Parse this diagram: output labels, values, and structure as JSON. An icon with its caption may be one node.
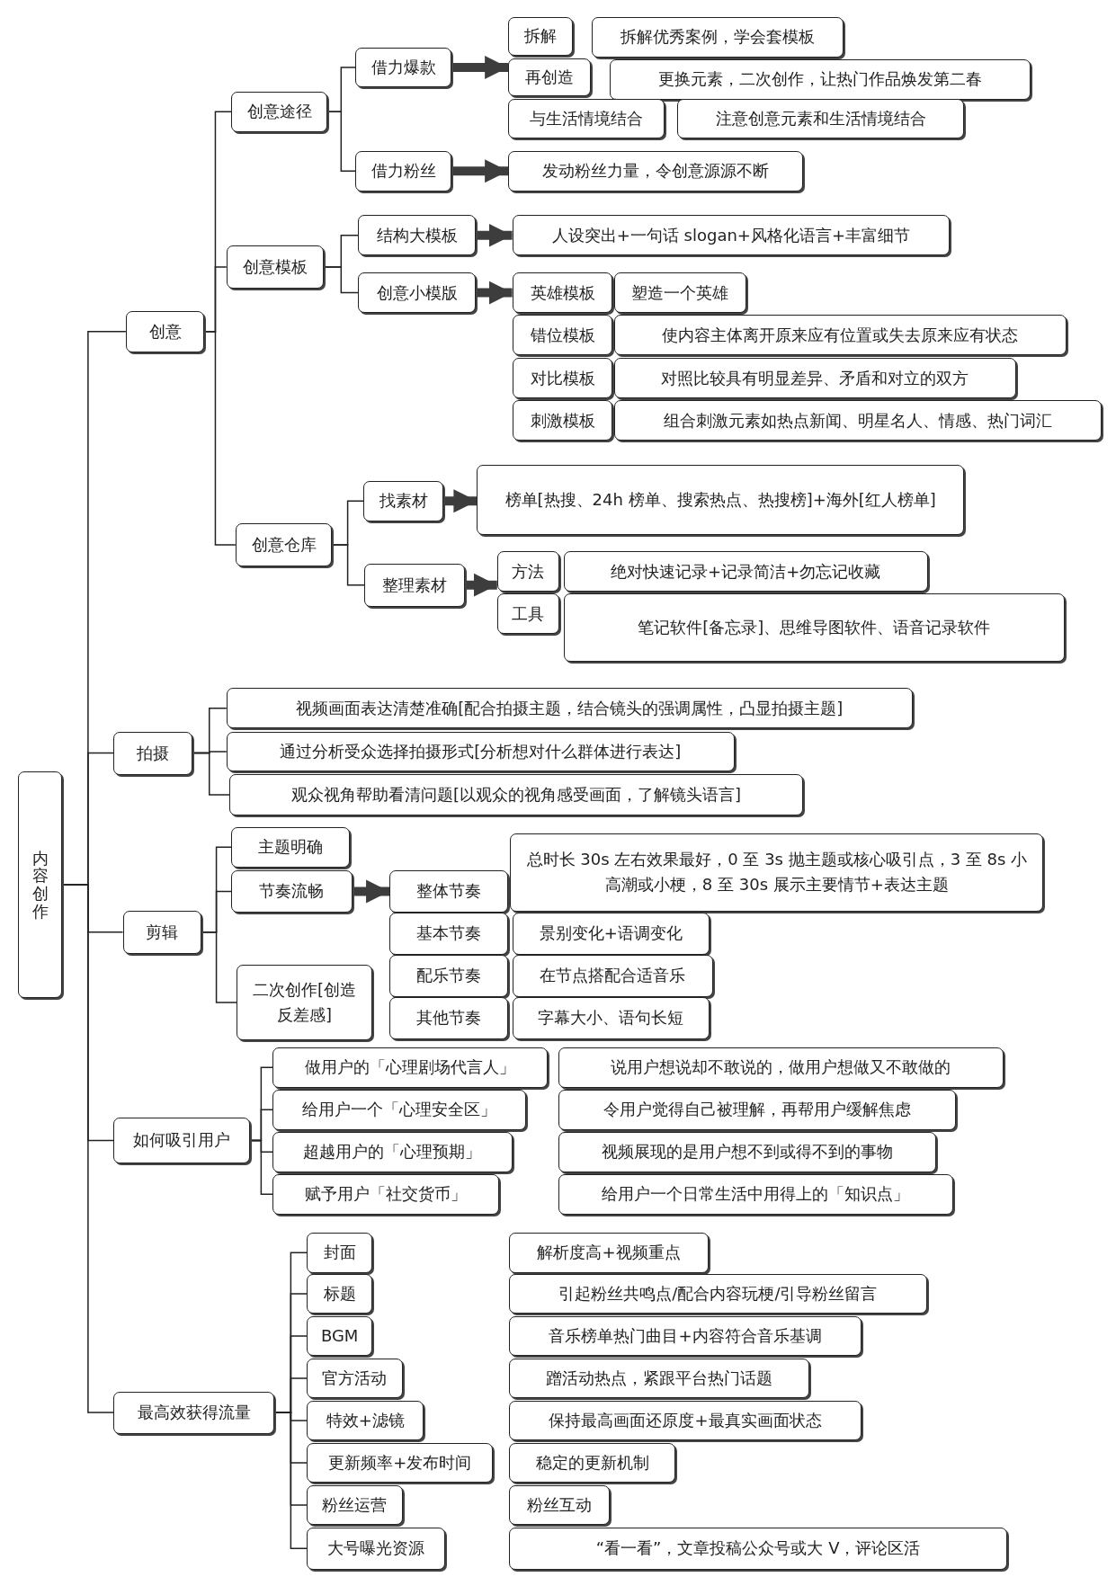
{
  "diagram": {
    "nodes": [
      {
        "text": [
          "内容创作"
        ]
      },
      {
        "text": [
          "创意"
        ]
      },
      {
        "text": [
          "创意途径"
        ]
      },
      {
        "text": [
          "借力爆款"
        ]
      },
      {
        "text": [
          "拆解"
        ]
      },
      {
        "text": [
          "拆解优秀案例，学会套模板"
        ]
      },
      {
        "text": [
          "再创造"
        ]
      },
      {
        "text": [
          "更换元素，二次创作，让热门作品焕发第二春"
        ]
      },
      {
        "text": [
          "与生活情境结合"
        ]
      },
      {
        "text": [
          "注意创意元素和生活情境结合"
        ]
      },
      {
        "text": [
          "借力粉丝"
        ]
      },
      {
        "text": [
          "发动粉丝力量，令创意源源不断"
        ]
      },
      {
        "text": [
          "创意模板"
        ]
      },
      {
        "text": [
          "结构大模板"
        ]
      },
      {
        "text": [
          "人设突出+一句话 slogan+风格化语言+丰富细节"
        ]
      },
      {
        "text": [
          "创意小模版"
        ]
      },
      {
        "text": [
          "英雄模板"
        ]
      },
      {
        "text": [
          "塑造一个英雄"
        ]
      },
      {
        "text": [
          "错位模板"
        ]
      },
      {
        "text": [
          "使内容主体离开原来应有位置或失去原来应有状态"
        ]
      },
      {
        "text": [
          "对比模板"
        ]
      },
      {
        "text": [
          "对照比较具有明显差异、矛盾和对立的双方"
        ]
      },
      {
        "text": [
          "刺激模板"
        ]
      },
      {
        "text": [
          "组合刺激元素如热点新闻、明星名人、情感、热门词汇"
        ]
      },
      {
        "text": [
          "创意仓库"
        ]
      },
      {
        "text": [
          "找素材"
        ]
      },
      {
        "text": [
          "榜单[热搜、24h 榜单、搜索热点、热搜榜]+海外[红人榜单]"
        ]
      },
      {
        "text": [
          "整理素材"
        ]
      },
      {
        "text": [
          "方法"
        ]
      },
      {
        "text": [
          "绝对快速记录+记录简洁+勿忘记收藏"
        ]
      },
      {
        "text": [
          "工具"
        ]
      },
      {
        "text": [
          "笔记软件[备忘录]、思维导图软件、语音记录软件"
        ]
      },
      {
        "text": [
          "拍摄"
        ]
      },
      {
        "text": [
          "视频画面表达清楚准确[配合拍摄主题，结合镜头的强调属性，凸显拍摄主题]"
        ]
      },
      {
        "text": [
          "通过分析受众选择拍摄形式[分析想对什么群体进行表达]"
        ]
      },
      {
        "text": [
          "观众视角帮助看清问题[以观众的视角感受画面，了解镜头语言]"
        ]
      },
      {
        "text": [
          "剪辑"
        ]
      },
      {
        "text": [
          "主题明确"
        ]
      },
      {
        "text": [
          "节奏流畅"
        ]
      },
      {
        "text": [
          "整体节奏"
        ]
      },
      {
        "text": [
          "总时长 30s 左右效果最好，0 至 3s 抛主题或核心吸引点，3 至 8s 小高潮或小梗，8 至 30s 展示主要情节+表达主题"
        ]
      },
      {
        "text": [
          "基本节奏"
        ]
      },
      {
        "text": [
          "景别变化+语调变化"
        ]
      },
      {
        "text": [
          "配乐节奏"
        ]
      },
      {
        "text": [
          "在节点搭配合适音乐"
        ]
      },
      {
        "text": [
          "其他节奏"
        ]
      },
      {
        "text": [
          "字幕大小、语句长短"
        ]
      },
      {
        "text": [
          "二次创作[创造反差感]"
        ]
      },
      {
        "text": [
          "如何吸引用户"
        ]
      },
      {
        "text": [
          "做用户的「心理剧场代言人」"
        ]
      },
      {
        "text": [
          "说用户想说却不敢说的，做用户想做又不敢做的"
        ]
      },
      {
        "text": [
          "给用户一个「心理安全区」"
        ]
      },
      {
        "text": [
          "令用户觉得自己被理解，再帮用户缓解焦虑"
        ]
      },
      {
        "text": [
          "超越用户的「心理预期」"
        ]
      },
      {
        "text": [
          "视频展现的是用户想不到或得不到的事物"
        ]
      },
      {
        "text": [
          "赋予用户「社交货币」"
        ]
      },
      {
        "text": [
          "给用户一个日常生活中用得上的「知识点」"
        ]
      },
      {
        "text": [
          "最高效获得流量"
        ]
      },
      {
        "text": [
          "封面"
        ]
      },
      {
        "text": [
          "解析度高+视频重点"
        ]
      },
      {
        "text": [
          "标题"
        ]
      },
      {
        "text": [
          "引起粉丝共鸣点/配合内容玩梗/引导粉丝留言"
        ]
      },
      {
        "text": [
          "BGM"
        ]
      },
      {
        "text": [
          "音乐榜单热门曲目+内容符合音乐基调"
        ]
      },
      {
        "text": [
          "官方活动"
        ]
      },
      {
        "text": [
          "蹭活动热点，紧跟平台热门话题"
        ]
      },
      {
        "text": [
          "特效+滤镜"
        ]
      },
      {
        "text": [
          "保持最高画面还原度+最真实画面状态"
        ]
      },
      {
        "text": [
          "更新频率+发布时间"
        ]
      },
      {
        "text": [
          "稳定的更新机制"
        ]
      },
      {
        "text": [
          "粉丝运营"
        ]
      },
      {
        "text": [
          "粉丝互动"
        ]
      },
      {
        "text": [
          "大号曝光资源"
        ]
      },
      {
        "text": [
          "“看一看”，文章投稿公众号或大 V，评论区活"
        ]
      }
    ],
    "edges": [
      {
        "from": 0,
        "to": 1,
        "arrow": "none"
      },
      {
        "from": 0,
        "to": 32,
        "arrow": "none"
      },
      {
        "from": 0,
        "to": 36,
        "arrow": "none"
      },
      {
        "from": 0,
        "to": 48,
        "arrow": "none"
      },
      {
        "from": 0,
        "to": 57,
        "arrow": "none"
      },
      {
        "from": 1,
        "to": 2,
        "arrow": "none"
      },
      {
        "from": 1,
        "to": 12,
        "arrow": "none"
      },
      {
        "from": 1,
        "to": 24,
        "arrow": "none"
      },
      {
        "from": 2,
        "to": 3,
        "arrow": "none"
      },
      {
        "from": 2,
        "to": 10,
        "arrow": "none"
      },
      {
        "from": 12,
        "to": 13,
        "arrow": "none"
      },
      {
        "from": 12,
        "to": 15,
        "arrow": "none"
      },
      {
        "from": 24,
        "to": 25,
        "arrow": "none"
      },
      {
        "from": 24,
        "to": 27,
        "arrow": "none"
      },
      {
        "from": 3,
        "to": 6,
        "arrow": "to",
        "style": "thick"
      },
      {
        "from": 10,
        "to": 11,
        "arrow": "to",
        "style": "thick"
      },
      {
        "from": 13,
        "to": 14,
        "arrow": "to",
        "style": "thick"
      },
      {
        "from": 15,
        "to": 16,
        "arrow": "to",
        "style": "thick"
      },
      {
        "from": 25,
        "to": 26,
        "arrow": "to",
        "style": "thick"
      },
      {
        "from": 27,
        "to": 28,
        "arrow": "to",
        "style": "thick"
      },
      {
        "from": 32,
        "to": 33,
        "arrow": "none"
      },
      {
        "from": 32,
        "to": 34,
        "arrow": "none"
      },
      {
        "from": 32,
        "to": 35,
        "arrow": "none"
      },
      {
        "from": 36,
        "to": 37,
        "arrow": "none"
      },
      {
        "from": 36,
        "to": 38,
        "arrow": "none"
      },
      {
        "from": 36,
        "to": 47,
        "arrow": "none"
      },
      {
        "from": 38,
        "to": 39,
        "arrow": "to",
        "style": "thick"
      },
      {
        "from": 48,
        "to": 49,
        "arrow": "none"
      },
      {
        "from": 48,
        "to": 51,
        "arrow": "none"
      },
      {
        "from": 48,
        "to": 53,
        "arrow": "none"
      },
      {
        "from": 48,
        "to": 55,
        "arrow": "none"
      },
      {
        "from": 57,
        "to": 58,
        "arrow": "none"
      },
      {
        "from": 57,
        "to": 60,
        "arrow": "none"
      },
      {
        "from": 57,
        "to": 62,
        "arrow": "none"
      },
      {
        "from": 57,
        "to": 64,
        "arrow": "none"
      },
      {
        "from": 57,
        "to": 66,
        "arrow": "none"
      },
      {
        "from": 57,
        "to": 68,
        "arrow": "none"
      },
      {
        "from": 57,
        "to": 70,
        "arrow": "none"
      },
      {
        "from": 57,
        "to": 72,
        "arrow": "none"
      }
    ]
  }
}
